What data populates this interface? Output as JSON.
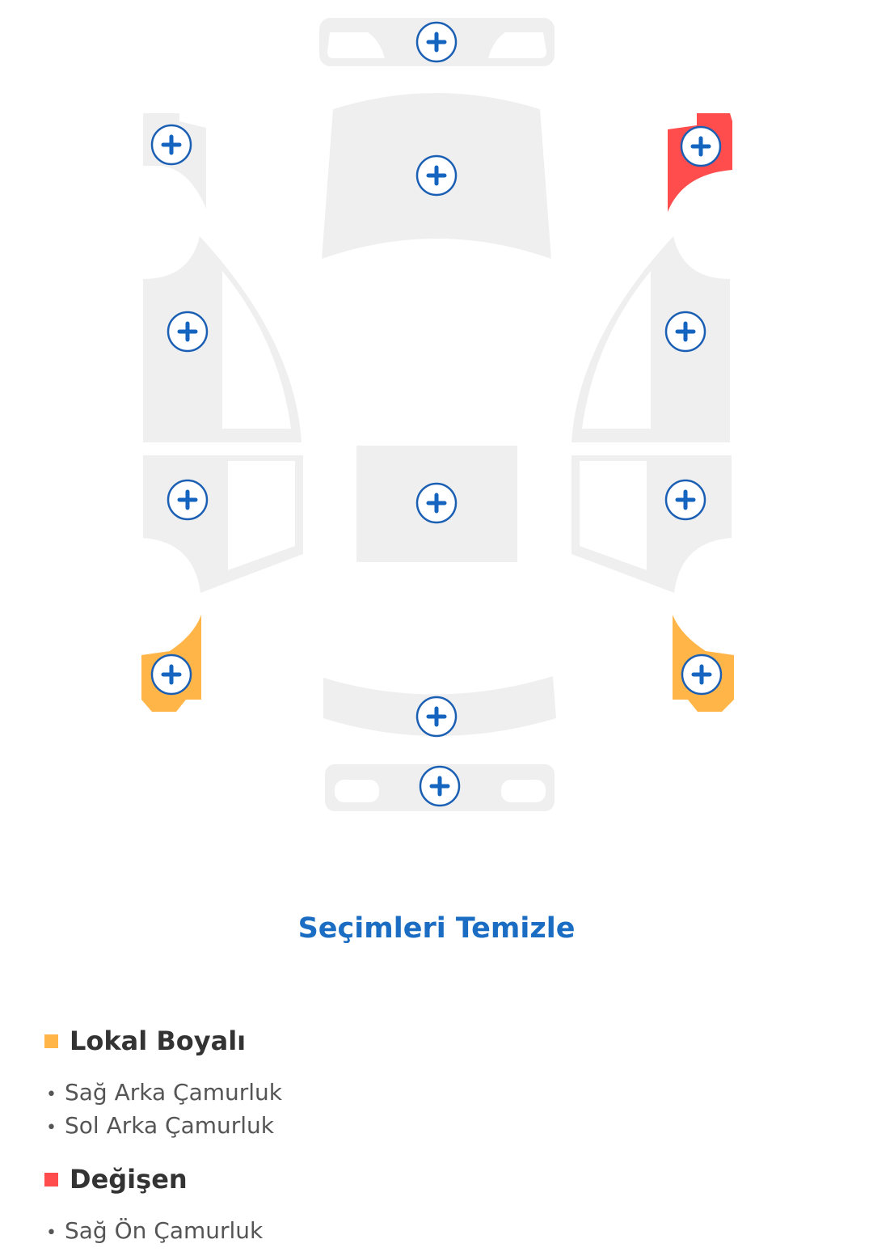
{
  "colors": {
    "none": "#efefef",
    "painted": "#ffb548",
    "replaced": "#ff4d4d",
    "accent": "#1a6dc2"
  },
  "parts": {
    "front_bumper": "none",
    "hood": "none",
    "left_front_fender": "none",
    "right_front_fender": "replaced",
    "left_front_door": "none",
    "right_front_door": "none",
    "left_rear_door": "none",
    "roof": "none",
    "right_rear_door": "none",
    "left_rear_fender": "painted",
    "right_rear_fender": "painted",
    "trunk": "none",
    "rear_bumper": "none"
  },
  "clear_label": "Seçimleri Temizle",
  "legend": [
    {
      "title": "Lokal Boyalı",
      "items": [
        "Sağ Arka Çamurluk",
        "Sol Arka Çamurluk"
      ]
    },
    {
      "title": "Değişen",
      "items": [
        "Sağ Ön Çamurluk"
      ]
    }
  ]
}
